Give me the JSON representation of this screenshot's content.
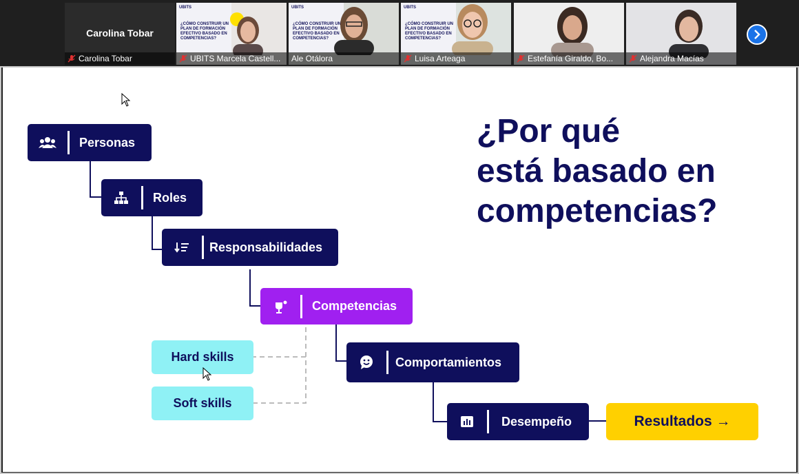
{
  "participants": [
    {
      "display": "Carolina Tobar",
      "label": "Carolina Tobar",
      "video": false
    },
    {
      "label": "UBITS Marcela Castell...",
      "video": true
    },
    {
      "label": "Ale Otálora",
      "video": true,
      "speaking": true
    },
    {
      "label": "Luisa Arteaga",
      "video": true
    },
    {
      "label": "Estefanía Giraldo, Bo...",
      "video": true
    },
    {
      "label": "Alejandra Macías",
      "video": true
    }
  ],
  "thumb_slide": {
    "logo": "UBITS",
    "text": "¿CÓMO CONSTRUIR UN PLAN DE FORMACIÓN EFECTIVO BASADO EN COMPETENCIAS?"
  },
  "next_icon": "chevron-right-icon",
  "slide": {
    "headline": [
      "¿Por qué",
      "está basado en",
      "competencias?"
    ],
    "nodes": {
      "personas": "Personas",
      "roles": "Roles",
      "responsabilidades": "Responsabilidades",
      "competencias": "Competencias",
      "comportamientos": "Comportamientos",
      "desempeno": "Desempeño"
    },
    "skills": {
      "hard": "Hard skills",
      "soft": "Soft skills"
    },
    "result": "Resultados →"
  },
  "colors": {
    "navy": "#0f0f5c",
    "purple": "#a020f0",
    "cyan": "#8ff1f5",
    "yellow": "#ffd000"
  }
}
